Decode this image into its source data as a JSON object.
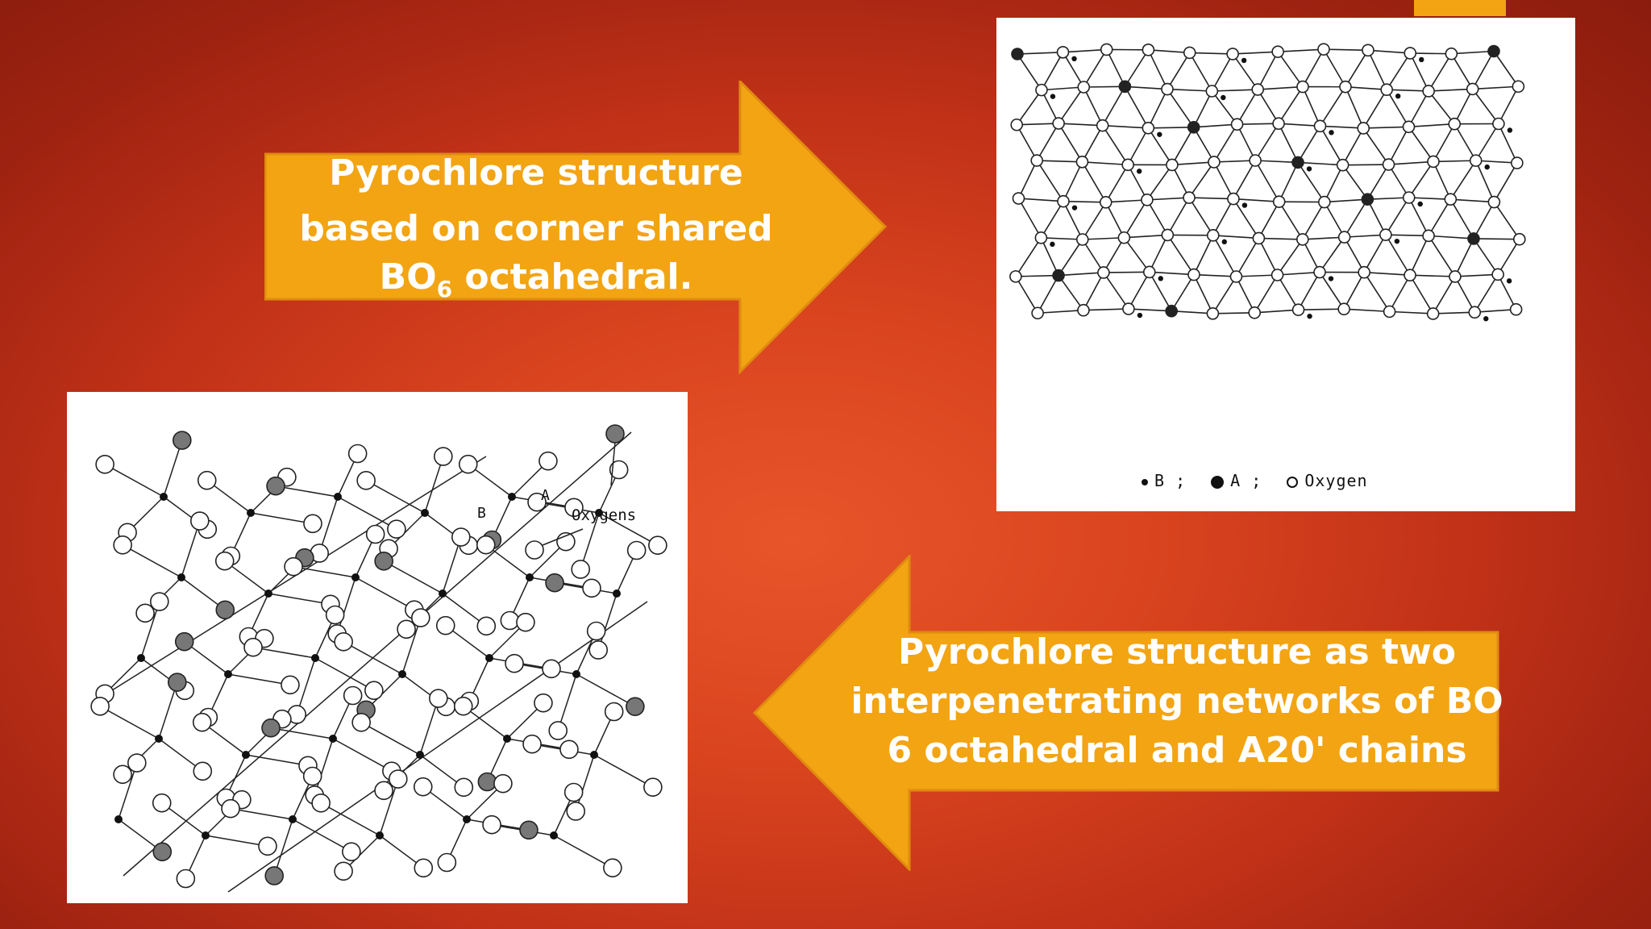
{
  "slide": {
    "top_arrow": {
      "line1": "Pyrochlore structure",
      "line2": "based on corner shared",
      "line3_main": "BO",
      "line3_sub": "6",
      "line3_rest": " octahedral."
    },
    "bottom_arrow": {
      "line1": "Pyrochlore structure as two",
      "line2": "interpenetrating networks of BO",
      "line3": "6 octahedral and A20' chains"
    },
    "top_figure": {
      "legend_b": "B ;",
      "legend_a": "A ;",
      "legend_o": "Oxygen"
    },
    "bottom_figure": {
      "label_b": "B",
      "label_a": "A",
      "label_oxygens": "Oxygens"
    }
  },
  "colors": {
    "arrow_fill": "#f2a413",
    "arrow_border": "#e08b10",
    "text": "#ffffff",
    "background": "#c9381b"
  }
}
